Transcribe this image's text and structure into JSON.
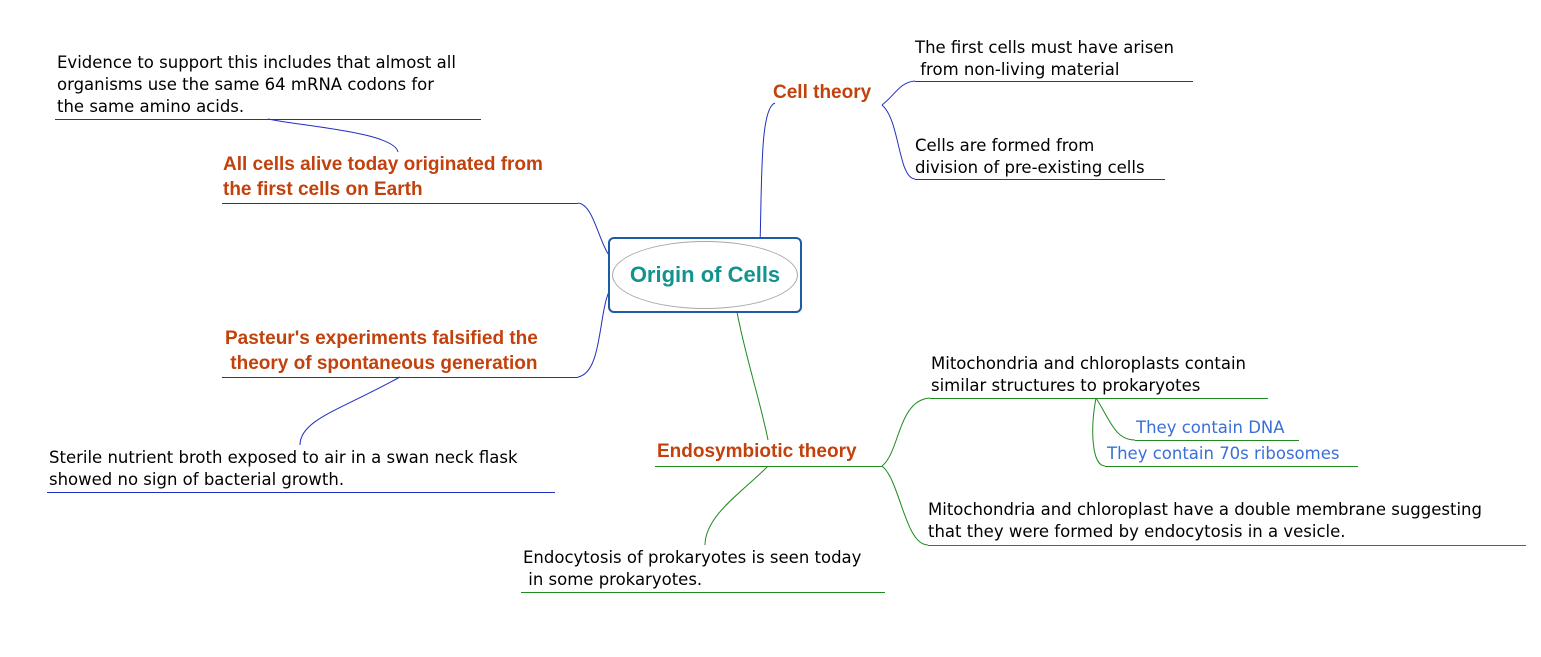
{
  "central": {
    "title": "Origin of Cells",
    "border_color": "#1f5aa6",
    "title_color": "#12938f"
  },
  "colors": {
    "branch_text": "#c2410c",
    "blue_link": "#1f2fbf",
    "green_link": "#1f8a1f",
    "sub_text": "#3a6fd8"
  },
  "branches": {
    "cell_theory": {
      "label": "Cell theory",
      "children": [
        "The first cells must have arisen\n from non-living material",
        "Cells are formed from\ndivision of pre-existing cells"
      ]
    },
    "all_cells": {
      "label": "All cells alive today originated from\nthe first cells on Earth",
      "evidence": "Evidence to support this includes that almost all\norganisms use the same 64 mRNA codons for\nthe same amino acids."
    },
    "pasteur": {
      "label": "Pasteur's experiments falsified the\n theory of spontaneous generation",
      "evidence": "Sterile nutrient broth exposed to air in a swan neck flask\nshowed no sign of bacterial growth."
    },
    "endosymbiotic": {
      "label": "Endosymbiotic theory",
      "structures": "Mitochondria and chloroplasts contain\nsimilar structures to prokaryotes",
      "structure_items": [
        "They contain DNA",
        "They contain 70s ribosomes"
      ],
      "membrane": "Mitochondria and chloroplast have a double membrane suggesting\nthat they were formed by endocytosis in a vesicle.",
      "endocytosis": "Endocytosis of prokaryotes is seen today\n in some prokaryotes."
    }
  }
}
